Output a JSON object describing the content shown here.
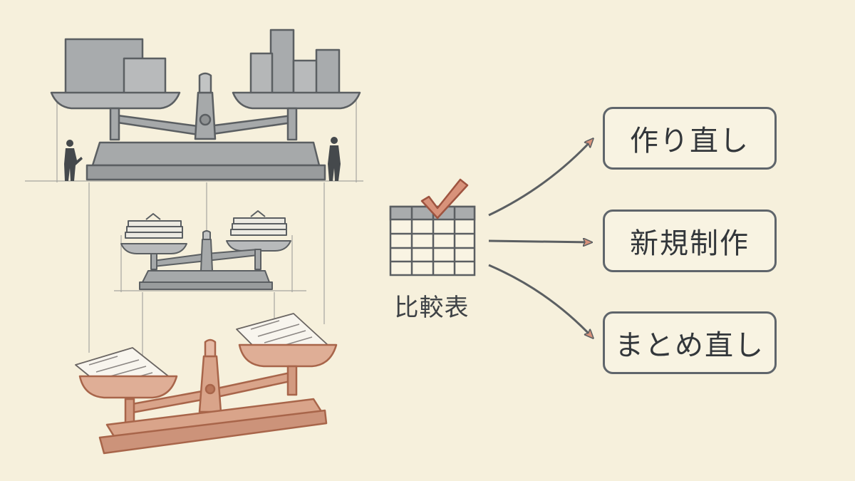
{
  "table_label": "比較表",
  "options": [
    {
      "label": "作り直し"
    },
    {
      "label": "新規制作"
    },
    {
      "label": "まとめ直し"
    }
  ],
  "colors": {
    "background": "#f6f0dc",
    "gray_scale": "#a6a9aa",
    "gray_outline": "#5b5f62",
    "copper_scale": "#d9a48a",
    "copper_outline": "#a8654a",
    "arrow_fill": "#d8927a",
    "checkmark": "#c96a52"
  },
  "icons": [
    "large-gray-balance-scale-icon",
    "small-balance-scale-with-paper-bundles-icon",
    "copper-balance-scale-with-documents-icon",
    "comparison-table-icon",
    "checkmark-icon",
    "person-silhouette-icon",
    "arrow-icon"
  ]
}
